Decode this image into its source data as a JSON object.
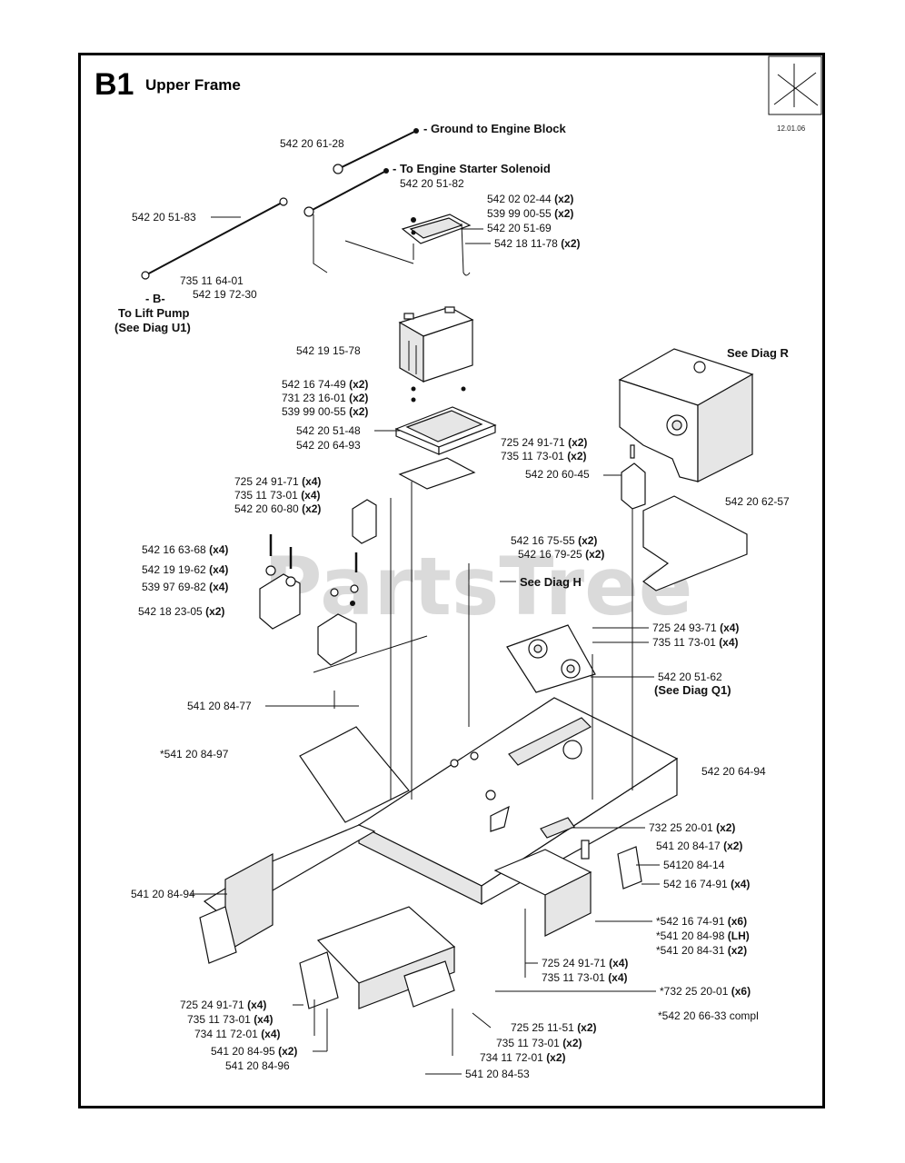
{
  "header": {
    "section": "B1",
    "title": "Upper Frame",
    "date": "12.01.06"
  },
  "watermark": "PartsTree",
  "callouts": [
    {
      "code": "542 20 51-83"
    },
    {
      "code": "542 20 61-28"
    },
    {
      "code": "- Ground to Engine Block"
    },
    {
      "code": "- To Engine Starter Solenoid"
    },
    {
      "code": "542 20 51-82"
    },
    {
      "code": "542 02 02-44",
      "qty": "(x2)"
    },
    {
      "code": "539 99 00-55",
      "qty": "(x2)"
    },
    {
      "code": "542 20 51-69"
    },
    {
      "code": "542 18 11-78",
      "qty": "(x2)"
    },
    {
      "code": "735 11 64-01"
    },
    {
      "code": "542 19 72-30"
    },
    {
      "code": "- B-"
    },
    {
      "code": "To Lift Pump"
    },
    {
      "code": "(See Diag U1)"
    },
    {
      "code": "542 19 15-78"
    },
    {
      "code": "See Diag R"
    },
    {
      "code": "542 16 74-49",
      "qty": "(x2)"
    },
    {
      "code": "731 23 16-01",
      "qty": "(x2)"
    },
    {
      "code": "539 99 00-55",
      "qty": "(x2)"
    },
    {
      "code": "542 20 51-48"
    },
    {
      "code": "542 20 64-93"
    },
    {
      "code": "725 24 91-71",
      "qty": "(x2)"
    },
    {
      "code": "735 11 73-01",
      "qty": "(x2)"
    },
    {
      "code": "542 20 60-45"
    },
    {
      "code": "542 20 62-57"
    },
    {
      "code": "725 24 91-71",
      "qty": "(x4)"
    },
    {
      "code": "735 11 73-01",
      "qty": "(x4)"
    },
    {
      "code": "542 20 60-80",
      "qty": "(x2)"
    },
    {
      "code": "542 16 63-68",
      "qty": "(x4)"
    },
    {
      "code": "542 19 19-62",
      "qty": "(x4)"
    },
    {
      "code": "539 97 69-82",
      "qty": "(x4)"
    },
    {
      "code": "542 18 23-05",
      "qty": "(x2)"
    },
    {
      "code": "542 16 75-55",
      "qty": "(x2)"
    },
    {
      "code": "542 16 79-25",
      "qty": "(x2)"
    },
    {
      "code": "See Diag H"
    },
    {
      "code": "725 24 93-71",
      "qty": "(x4)"
    },
    {
      "code": "735 11 73-01",
      "qty": "(x4)"
    },
    {
      "code": "542 20 51-62"
    },
    {
      "code": "(See Diag Q1)"
    },
    {
      "code": "541 20 84-77"
    },
    {
      "code": "*541 20 84-97"
    },
    {
      "code": "542 20 64-94"
    },
    {
      "code": "732 25 20-01",
      "qty": "(x2)"
    },
    {
      "code": "541 20 84-17",
      "qty": "(x2)"
    },
    {
      "code": "54120 84-14"
    },
    {
      "code": "542 16 74-91",
      "qty": "(x4)"
    },
    {
      "code": "541 20 84-94"
    },
    {
      "code": "*542 16 74-91",
      "qty": "(x6)"
    },
    {
      "code": "*541 20 84-98",
      "qty": "(LH)"
    },
    {
      "code": "*541 20 84-31",
      "qty": "(x2)"
    },
    {
      "code": "725 24 91-71",
      "qty": "(x4)"
    },
    {
      "code": "735 11 73-01",
      "qty": "(x4)"
    },
    {
      "code": "*732 25 20-01",
      "qty": "(x6)"
    },
    {
      "code": "*542 20 66-33 compl"
    },
    {
      "code": "725 24 91-71",
      "qty": "(x4)"
    },
    {
      "code": "735 11 73-01",
      "qty": "(x4)"
    },
    {
      "code": "734 11 72-01",
      "qty": "(x4)"
    },
    {
      "code": "725 25 11-51",
      "qty": "(x2)"
    },
    {
      "code": "541 20 84-95",
      "qty": "(x2)"
    },
    {
      "code": "735 11 73-01",
      "qty": "(x2)"
    },
    {
      "code": "541 20 84-96"
    },
    {
      "code": "734 11 72-01",
      "qty": "(x2)"
    },
    {
      "code": "541 20 84-53"
    }
  ]
}
